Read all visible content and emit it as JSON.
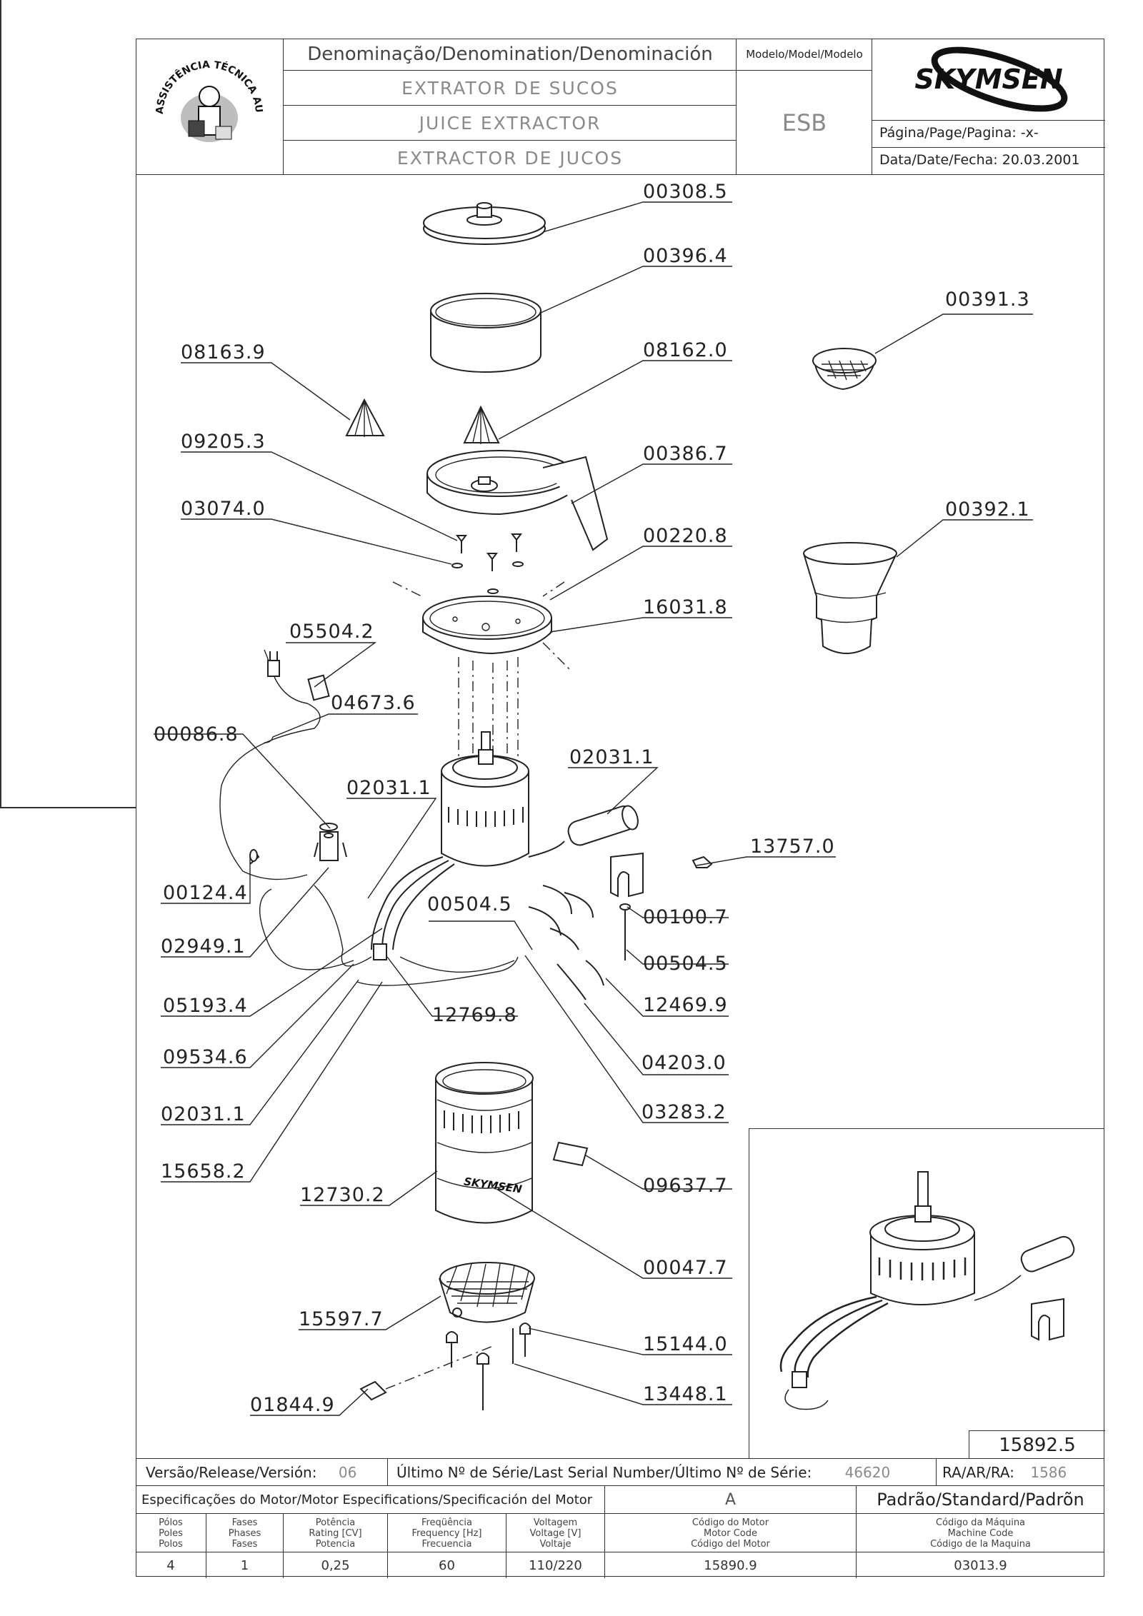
{
  "header": {
    "stamp_text": "ASSISTÊNCIA TÉCNICA AUTORIZADA",
    "denomination_label": "Denominação/Denomination/Denominación",
    "names": [
      "EXTRATOR DE SUCOS",
      "JUICE EXTRACTOR",
      "EXTRACTOR DE JUCOS"
    ],
    "model_label": "Modelo/Model/Modelo",
    "model_value": "ESB",
    "brand": "SKYMSEN",
    "page_label": "Página/Page/Pagina:",
    "page_value": "-x-",
    "date_label": "Data/Date/Fecha:",
    "date_value": "20.03.2001"
  },
  "parts": [
    "00308.5",
    "00396.4",
    "00391.3",
    "08163.9",
    "08162.0",
    "09205.3",
    "00386.7",
    "03074.0",
    "00392.1",
    "00220.8",
    "16031.8",
    "05504.2",
    "04673.6",
    "00086.8",
    "02031.1",
    "02031.1",
    "13757.0",
    "00124.4",
    "00504.5",
    "00100.7",
    "02949.1",
    "00504.5",
    "12469.9",
    "05193.4",
    "12769.8",
    "09534.6",
    "04203.0",
    "02031.1",
    "03283.2",
    "15658.2",
    "09637.7",
    "12730.2",
    "00047.7",
    "15597.7",
    "15144.0",
    "01844.9",
    "13448.1"
  ],
  "inset": {
    "code": "15892.5"
  },
  "release": {
    "version_label": "Versão/Release/Versión:",
    "version_value": "06",
    "serial_label": "Último Nº de Série/Last Serial Number/Último Nº de Série:",
    "serial_value": "46620",
    "ra_label": "RA/AR/RA:",
    "ra_value": "1586"
  },
  "specs": {
    "section_label": "Especificações do Motor/Motor Especifications/Specificación del Motor",
    "motor_variant": "A",
    "standard_label": "Padrão/Standard/Padrõn",
    "col_poles": "Pólos\nPoles\nPolos",
    "col_phases": "Fases\nPhases\nFases",
    "col_power": "Potência\nRating [CV]\nPotencia",
    "col_freq": "Freqüência\nFrequency [Hz]\nFrecuencia",
    "col_voltage": "Voltagem\nVoltage [V]\nVoltaje",
    "col_motor_code": "Código do Motor\nMotor Code\nCódigo del Motor",
    "col_machine_code": "Código da Máquina\nMachine Code\nCódigo de la Maquina",
    "poles": "4",
    "phases": "1",
    "power": "0,25",
    "frequency": "60",
    "voltage": "110/220",
    "motor_code": "15890.9",
    "machine_code": "03013.9"
  }
}
